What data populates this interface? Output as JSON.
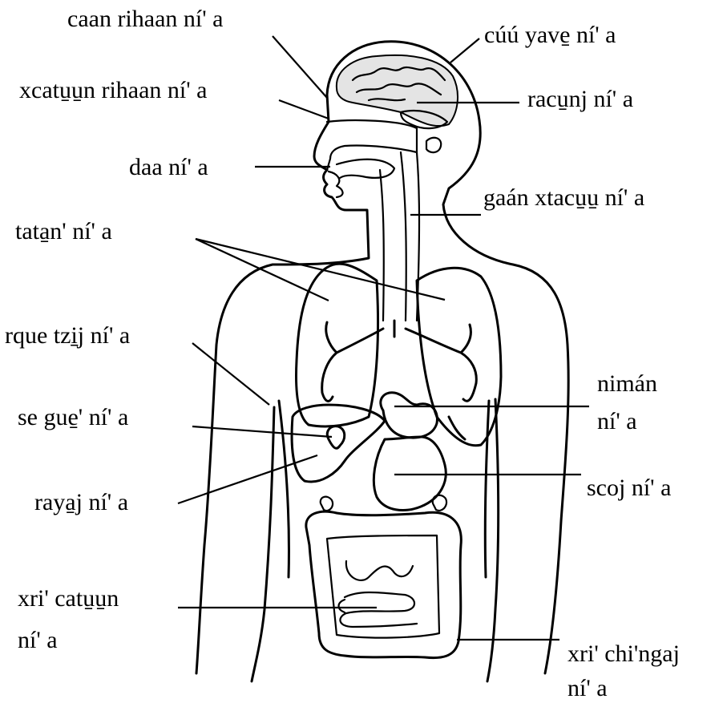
{
  "labels": {
    "head_skin": "caan rihaan ní' a",
    "brain": "cúú yave̱ ní' a",
    "nasal": "xcatu̱u̱n rihaan ní' a",
    "cerebellum": "racu̱nj ní' a",
    "mouth": "daa ní' a",
    "trachea": "gaán xtacu̱u̱ ní' a",
    "lungs": "tata̱n' ní' a",
    "ribs": "rque tzi̱j ní' a",
    "heart_1": "nimán",
    "heart_2": "ní' a",
    "gallbladder": "se gue̱' ní' a",
    "liver": "raya̱j ní' a",
    "stomach": "scoj ní' a",
    "small_intestine_1": "xri' catu̱u̱n",
    "small_intestine_2": "ní' a",
    "large_intestine_1": "xri' chi'ngaj",
    "large_intestine_2": "ní' a"
  }
}
